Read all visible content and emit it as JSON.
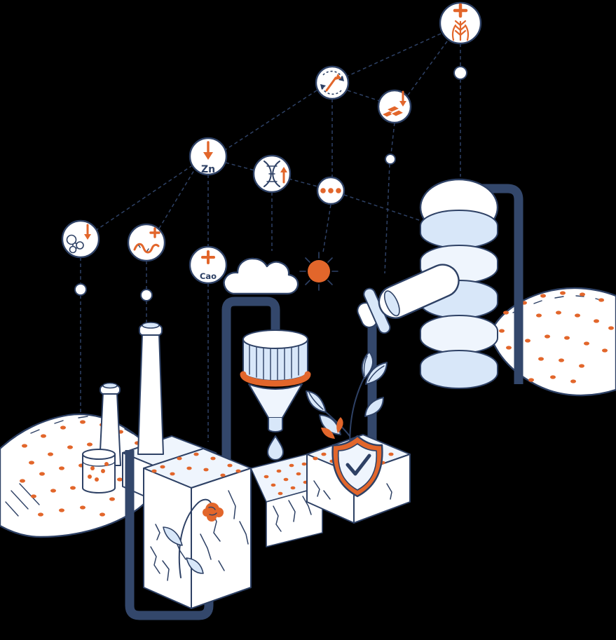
{
  "illustration": {
    "colors": {
      "background": "#000000",
      "orange": "#E2662B",
      "navy": "#2E4165",
      "pipe": "#33476B",
      "light_blue": "#D8E7F9",
      "pale": "#EFF5FD",
      "white": "#FFFFFF"
    },
    "badges": [
      {
        "name": "crop-increase-badge",
        "icon": "wheat-plus-icon",
        "label": ""
      },
      {
        "name": "cycle-increase-badge",
        "icon": "cycle-up-arrow-icon",
        "label": ""
      },
      {
        "name": "minerals-decrease-badge",
        "icon": "gold-bars-down-arrow-icon",
        "label": ""
      },
      {
        "name": "zinc-decrease-badge",
        "icon": "down-arrow-icon",
        "label": "Zn"
      },
      {
        "name": "dna-increase-badge",
        "icon": "dna-up-arrow-icon",
        "label": ""
      },
      {
        "name": "more-nutrients-badge",
        "icon": "ellipsis-icon",
        "label": ""
      },
      {
        "name": "molecule-decrease-badge",
        "icon": "molecule-down-arrow-icon",
        "label": ""
      },
      {
        "name": "worm-increase-badge",
        "icon": "worm-plus-icon",
        "label": ""
      },
      {
        "name": "calcium-increase-badge",
        "icon": "plus-icon",
        "label": "Cao"
      }
    ],
    "scene_elements": [
      "dashed-connector-network",
      "sun-icon",
      "cloud-icon",
      "silo-tank",
      "factory-chimney",
      "factory-building",
      "canister",
      "funnel-hopper",
      "water-drop-icon",
      "dry-cracked-soil-block",
      "healthy-soil-block",
      "wilted-flower",
      "plant-leaves",
      "shield-check-icon",
      "soil-mound-left",
      "soil-mound-right",
      "dark-pipes"
    ]
  }
}
